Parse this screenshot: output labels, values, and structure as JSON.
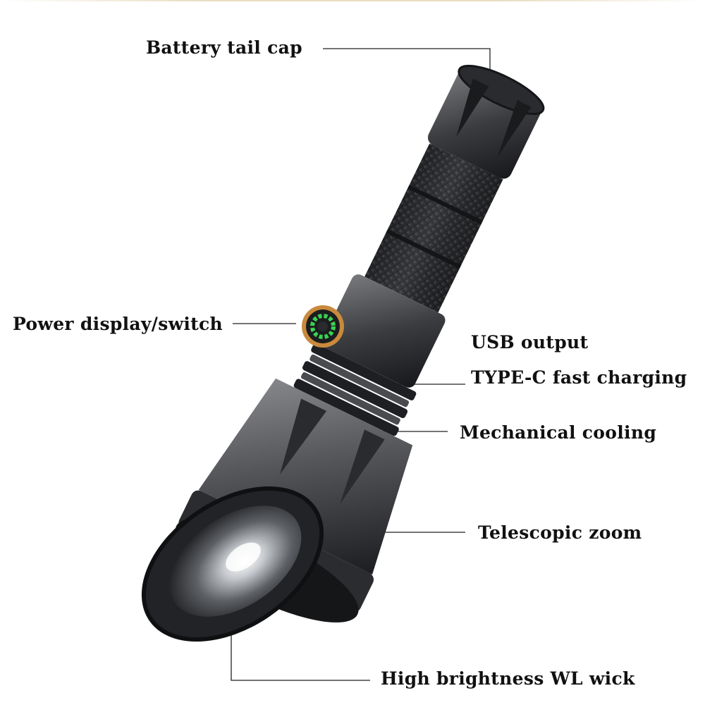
{
  "callouts": {
    "battery_tail_cap": "Battery tail cap",
    "power_display_switch": "Power display/switch",
    "usb_output": "USB output",
    "type_c_fast_charging": "TYPE-C fast charging",
    "mechanical_cooling": "Mechanical cooling",
    "telescopic_zoom": "Telescopic zoom",
    "high_brightness_wick": "High brightness WL wick"
  },
  "colors": {
    "background": "#ffffff",
    "label_text": "#111111",
    "leader_line": "#222222",
    "body_dark": "#1c1d1f",
    "body_mid": "#3a3b3e",
    "body_light": "#6e6f72",
    "switch_ring": "#c98a3c",
    "switch_led": "#39d353"
  }
}
